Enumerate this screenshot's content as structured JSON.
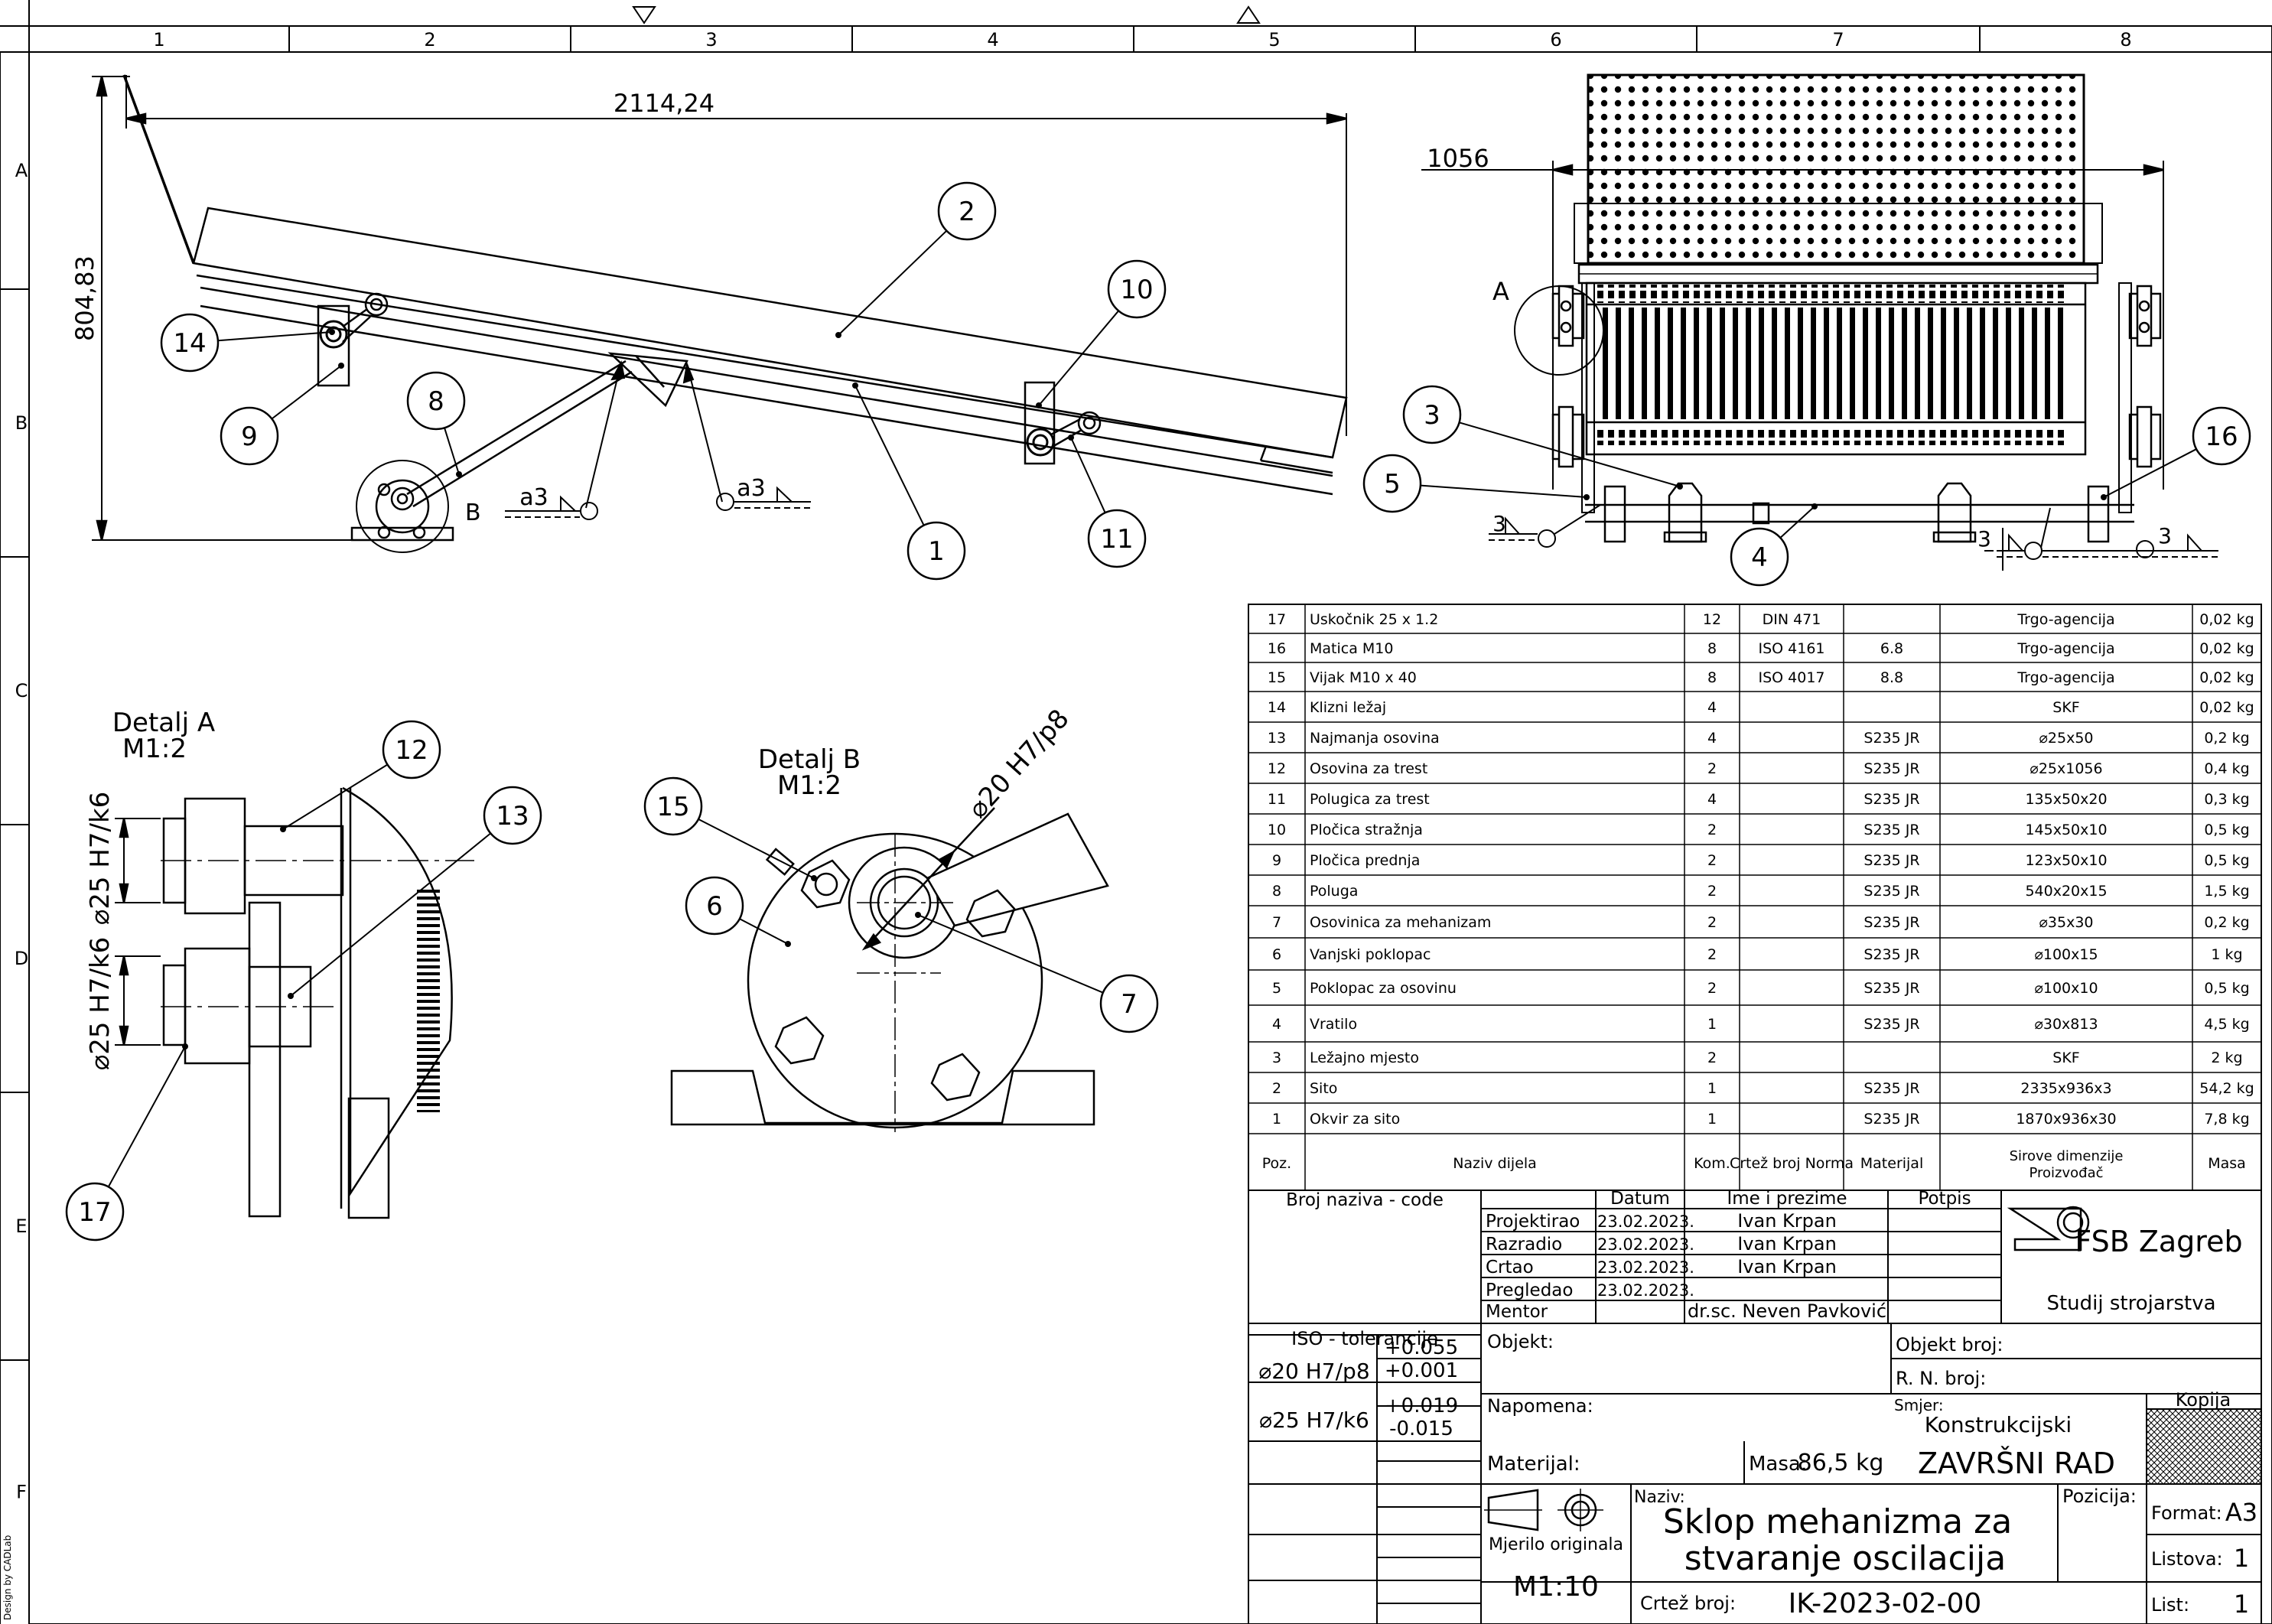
{
  "frame": {
    "columns": [
      "1",
      "2",
      "3",
      "4",
      "5",
      "6",
      "7",
      "8"
    ],
    "rows": [
      "A",
      "B",
      "C",
      "D",
      "E",
      "F"
    ],
    "side_note": "Design by CADLab"
  },
  "dimensions": {
    "length": "2114,24",
    "height": "804,83",
    "width": "1056"
  },
  "weld_labels": [
    "a3",
    "a3",
    "3",
    "3",
    "3"
  ],
  "callouts": [
    "1",
    "2",
    "3",
    "4",
    "5",
    "6",
    "7",
    "8",
    "9",
    "10",
    "11",
    "12",
    "13",
    "14",
    "15",
    "16",
    "17"
  ],
  "view_labels": {
    "a": "A",
    "b": "B",
    "detail_a_title": "Detalj A",
    "detail_a_scale": "M1:2",
    "detail_b_title": "Detalj B",
    "detail_b_scale": "M1:2",
    "fit_20": "⌀20 H7/p8",
    "fit_25_upper": "⌀25 H7/k6",
    "fit_25_lower": "⌀25 H7/k6"
  },
  "parts_list": {
    "headers": [
      "Poz.",
      "Naziv dijela",
      "Kom.",
      "Crtež broj  Norma",
      "Materijal",
      "Sirove dimenzije Proizvođač",
      "Masa"
    ],
    "rows": [
      {
        "poz": "17",
        "naziv": "Uskočnik 25 x 1.2",
        "kom": "12",
        "norma": "DIN 471",
        "materijal": "",
        "dim": "Trgo-agencija",
        "masa": "0,02 kg"
      },
      {
        "poz": "16",
        "naziv": "Matica M10",
        "kom": "8",
        "norma": "ISO 4161",
        "materijal": "6.8",
        "dim": "Trgo-agencija",
        "masa": "0,02 kg"
      },
      {
        "poz": "15",
        "naziv": "Vijak M10 x 40",
        "kom": "8",
        "norma": "ISO 4017",
        "materijal": "8.8",
        "dim": "Trgo-agencija",
        "masa": "0,02 kg"
      },
      {
        "poz": "14",
        "naziv": "Klizni ležaj",
        "kom": "4",
        "norma": "",
        "materijal": "",
        "dim": "SKF",
        "masa": "0,02 kg"
      },
      {
        "poz": "13",
        "naziv": "Najmanja osovina",
        "kom": "4",
        "norma": "",
        "materijal": "S235 JR",
        "dim": "⌀25x50",
        "masa": "0,2 kg"
      },
      {
        "poz": "12",
        "naziv": "Osovina za trest",
        "kom": "2",
        "norma": "",
        "materijal": "S235 JR",
        "dim": "⌀25x1056",
        "masa": "0,4 kg"
      },
      {
        "poz": "11",
        "naziv": "Polugica za trest",
        "kom": "4",
        "norma": "",
        "materijal": "S235 JR",
        "dim": "135x50x20",
        "masa": "0,3 kg"
      },
      {
        "poz": "10",
        "naziv": "Pločica stražnja",
        "kom": "2",
        "norma": "",
        "materijal": "S235 JR",
        "dim": "145x50x10",
        "masa": "0,5 kg"
      },
      {
        "poz": "9",
        "naziv": "Pločica prednja",
        "kom": "2",
        "norma": "",
        "materijal": "S235 JR",
        "dim": "123x50x10",
        "masa": "0,5 kg"
      },
      {
        "poz": "8",
        "naziv": "Poluga",
        "kom": "2",
        "norma": "",
        "materijal": "S235 JR",
        "dim": "540x20x15",
        "masa": "1,5 kg"
      },
      {
        "poz": "7",
        "naziv": "Osovinica za mehanizam",
        "kom": "2",
        "norma": "",
        "materijal": "S235 JR",
        "dim": "⌀35x30",
        "masa": "0,2 kg"
      },
      {
        "poz": "6",
        "naziv": "Vanjski poklopac",
        "kom": "2",
        "norma": "",
        "materijal": "S235 JR",
        "dim": "⌀100x15",
        "masa": "1 kg"
      },
      {
        "poz": "5",
        "naziv": "Poklopac za osovinu",
        "kom": "2",
        "norma": "",
        "materijal": "S235 JR",
        "dim": "⌀100x10",
        "masa": "0,5 kg"
      },
      {
        "poz": "4",
        "naziv": "Vratilo",
        "kom": "1",
        "norma": "",
        "materijal": "S235 JR",
        "dim": "⌀30x813",
        "masa": "4,5 kg"
      },
      {
        "poz": "3",
        "naziv": "Ležajno mjesto",
        "kom": "2",
        "norma": "",
        "materijal": "",
        "dim": "SKF",
        "masa": "2 kg"
      },
      {
        "poz": "2",
        "naziv": "Sito",
        "kom": "1",
        "norma": "",
        "materijal": "S235 JR",
        "dim": "2335x936x3",
        "masa": "54,2 kg"
      },
      {
        "poz": "1",
        "naziv": "Okvir za sito",
        "kom": "1",
        "norma": "",
        "materijal": "S235 JR",
        "dim": "1870x936x30",
        "masa": "7,8 kg"
      }
    ]
  },
  "title_block": {
    "code_label": "Broj naziva - code",
    "datum": "Datum",
    "ime": "Ime i prezime",
    "potpis": "Potpis",
    "roles": [
      {
        "role": "Projektirao",
        "date": "23.02.2023.",
        "name": "Ivan Krpan"
      },
      {
        "role": "Razradio",
        "date": "23.02.2023.",
        "name": "Ivan Krpan"
      },
      {
        "role": "Crtao",
        "date": "23.02.2023.",
        "name": "Ivan Krpan"
      },
      {
        "role": "Pregledao",
        "date": "23.02.2023.",
        "name": ""
      },
      {
        "role": "Mentor",
        "date": "",
        "name": "dr.sc. Neven Pavković"
      }
    ],
    "institution": "FSB Zagreb",
    "study": "Studij strojarstva",
    "iso_title": "ISO - tolerancije",
    "tolerances": [
      {
        "fit": "⌀20 H7/p8",
        "upper": "+0.055",
        "lower": "+0.001"
      },
      {
        "fit": "⌀25 H7/k6",
        "upper": "+0.019",
        "lower": "-0.015"
      }
    ],
    "objekt": "Objekt:",
    "objekt_broj": "Objekt broj:",
    "rn_broj": "R. N. broj:",
    "napomena": "Napomena:",
    "smjer_label": "Smjer:",
    "smjer_value": "Konstrukcijski",
    "kopija": "Kopija",
    "materijal": "Materijal:",
    "masa_label": "Masa:",
    "masa_value": "86,5 kg",
    "doc_type": "ZAVRŠNI RAD",
    "naziv_label": "Naziv:",
    "naziv_line1": "Sklop mehanizma za",
    "naziv_line2": "stvaranje oscilacija",
    "pozicija": "Pozicija:",
    "format_label": "Format:",
    "format_value": "A3",
    "mjerilo_label": "Mjerilo originala",
    "mjerilo_value": "M1:10",
    "listova_label": "Listova:",
    "listova_value": "1",
    "crtez_label": "Crtež broj:",
    "crtez_value": "IK-2023-02-00",
    "list_label": "List:",
    "list_value": "1"
  }
}
